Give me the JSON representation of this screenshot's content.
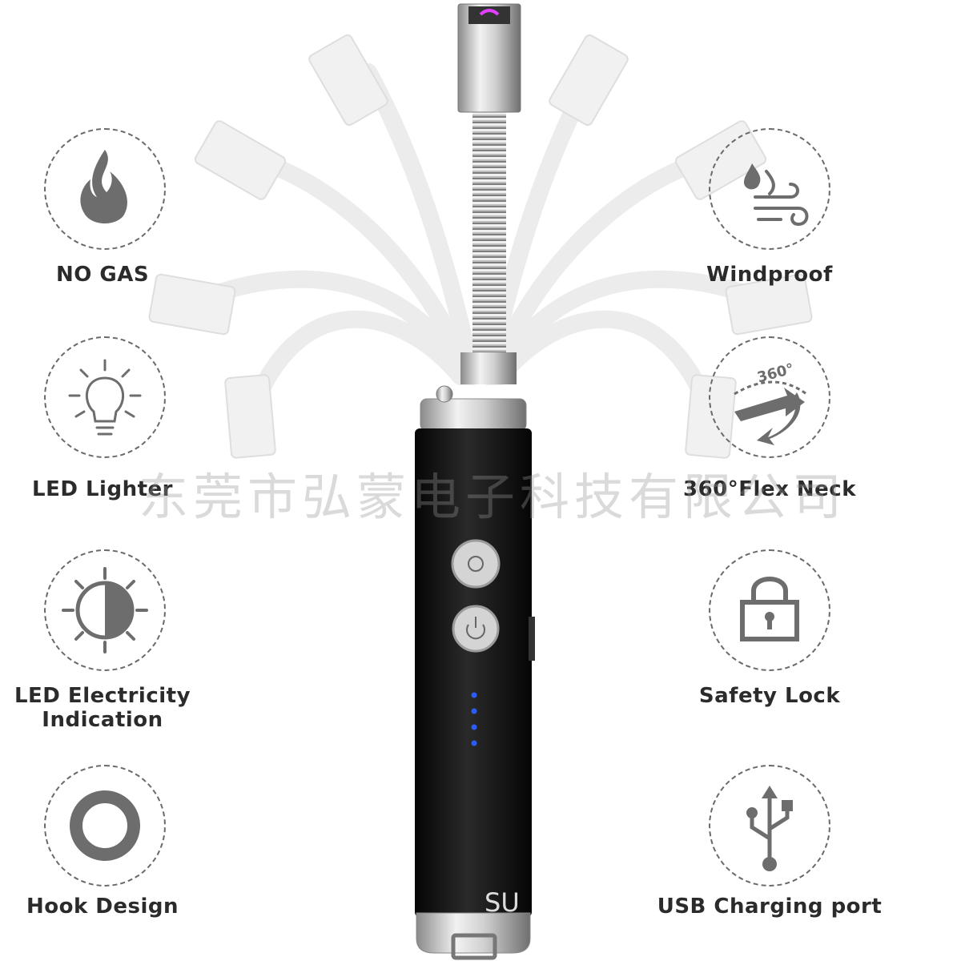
{
  "features_left": [
    {
      "id": "no-gas",
      "label": "NO GAS",
      "icon": "flame-icon"
    },
    {
      "id": "led-lighter",
      "label": "LED Lighter",
      "icon": "light-bulb-icon"
    },
    {
      "id": "led-electricity",
      "label": "LED Electricity\nIndication",
      "icon": "half-sun-icon"
    },
    {
      "id": "hook-design",
      "label": "Hook Design",
      "icon": "ring-icon"
    }
  ],
  "features_right": [
    {
      "id": "windproof",
      "label": "Windproof",
      "icon": "wind-drop-icon"
    },
    {
      "id": "flex-neck",
      "label": "360°Flex Neck",
      "icon": "rotate-360-icon",
      "icon_text": "360°"
    },
    {
      "id": "safety-lock",
      "label": "Safety Lock",
      "icon": "padlock-icon"
    },
    {
      "id": "usb-charging",
      "label": "USB Charging port",
      "icon": "usb-icon"
    }
  ],
  "watermark": "东莞市弘蒙电子科技有限公司",
  "corner_mark": "SU",
  "colors": {
    "icon": "#6d6d6d",
    "label": "#2b2b2b",
    "body": "#121212",
    "led": "#2a5cff"
  },
  "battery_leds": 4
}
